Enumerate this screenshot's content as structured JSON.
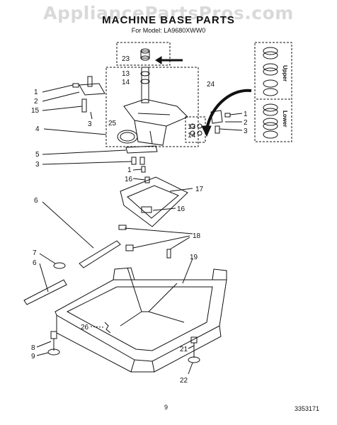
{
  "watermark": "AppliancePartsPros.com",
  "title": "MACHINE BASE PARTS",
  "subtitle": "For Model: LA9680XWW0",
  "callouts": {
    "c23": "23",
    "c13a": "13",
    "c14a": "14",
    "c24": "24",
    "c1a": "1",
    "c2a": "2",
    "c15": "15",
    "c3a": "3",
    "c25": "25",
    "c13b": "13",
    "c14b": "14",
    "c1b": "1",
    "c2b": "2",
    "c3b": "3",
    "c4": "4",
    "c5": "5",
    "c3c": "3",
    "c1c": "1",
    "c16a": "16",
    "c17": "17",
    "c16b": "16",
    "c6a": "6",
    "c18": "18",
    "c7": "7",
    "c6b": "6",
    "c19": "19",
    "c26": "26",
    "c8": "8",
    "c9": "9",
    "c21": "21",
    "c22": "22"
  },
  "side_labels": {
    "upper": "Upper",
    "lower": "Lower"
  },
  "footer": {
    "page": "9",
    "code": "3353171"
  }
}
